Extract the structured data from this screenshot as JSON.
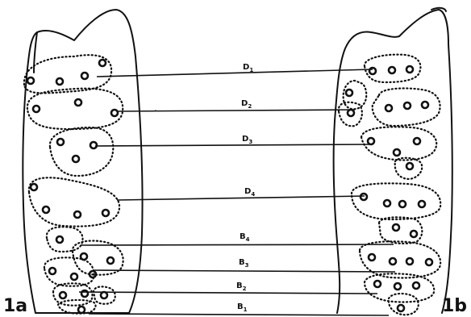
{
  "panels": [
    {
      "label": "1a"
    },
    {
      "label": "1b"
    }
  ],
  "zones": [
    {
      "prefix": "D",
      "sub": "1"
    },
    {
      "prefix": "D",
      "sub": "2"
    },
    {
      "prefix": "D",
      "sub": "3"
    },
    {
      "prefix": "D",
      "sub": "4"
    },
    {
      "prefix": "B",
      "sub": "4"
    },
    {
      "prefix": "B",
      "sub": "3"
    },
    {
      "prefix": "B",
      "sub": "2"
    },
    {
      "prefix": "B",
      "sub": "1"
    }
  ]
}
